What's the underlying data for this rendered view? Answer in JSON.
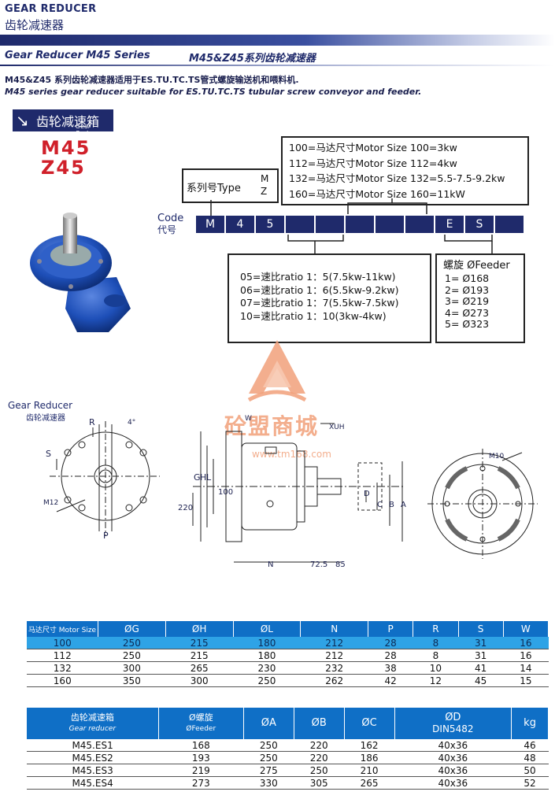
{
  "header": {
    "title": "GEAR REDUCER",
    "title_cn": "齿轮减速器",
    "series_en": "Gear Reducer M45  Series",
    "series_cn": "M45&Z45系列齿轮减速器"
  },
  "description": {
    "cn": "M45&Z45 系列齿轮减速器适用于ES.TU.TC.TS管式螺旋输送机和喂料机.",
    "en": "M45 series gear reducer suitable for ES.TU.TC.TS tubular screw conveyor and feeder."
  },
  "section": {
    "label_cn": "齿轮减速箱",
    "label_en": "Gear Reducer",
    "models": [
      "M45",
      "Z45"
    ]
  },
  "code_diagram": {
    "motor_size_lines": [
      "100=马达尺寸Motor Size  100=3kw",
      "112=马达尺寸Motor Size  112=4kw",
      "132=马达尺寸Motor Size  132=5.5-7.5-9.2kw",
      "160=马达尺寸Motor Size  160=11kW"
    ],
    "type_label": "系列号Type",
    "type_options": [
      "M",
      "Z"
    ],
    "code_label_en": "Code",
    "code_label_cn": "代号",
    "code_cells": [
      "M",
      "4",
      "5",
      "",
      "",
      "",
      "",
      "",
      "E",
      "S",
      ""
    ],
    "ratio_lines": [
      "05=速比ratio   1：5(7.5kw-11kw)",
      "06=速比ratio   1：6(5.5kw-9.2kw)",
      "07=速比ratio   1：7(5.5kw-7.5kw)",
      "10=速比ratio   1：10(3kw-4kw)"
    ],
    "feeder_title": "螺旋 ØFeeder",
    "feeder_lines": [
      "1=   Ø168",
      "2=   Ø193",
      "3=   Ø219",
      "4=   Ø273",
      "5=   Ø323"
    ]
  },
  "watermark": {
    "cn": "砼盟商城",
    "url": "www.tm168.com"
  },
  "drawing": {
    "title_en": "Gear Reducer",
    "title_cn": "齿轮减速器",
    "labels": {
      "r": "R",
      "s": "S",
      "m12": "M12",
      "p": "P",
      "angle": "4°",
      "w": "W",
      "xuh": "XUH",
      "g": "G",
      "h": "H",
      "l": "L",
      "v220": "220",
      "v100": "100",
      "n": "N",
      "v725": "72.5",
      "v85": "85",
      "d": "D",
      "c": "C",
      "b": "B",
      "a": "A",
      "m10": "M10"
    }
  },
  "table1": {
    "headers": [
      "马达尺寸 Motor Size",
      "ØG",
      "ØH",
      "ØL",
      "N",
      "P",
      "R",
      "S",
      "W"
    ],
    "rows": [
      [
        "100",
        "250",
        "215",
        "180",
        "212",
        "28",
        "8",
        "31",
        "16"
      ],
      [
        "112",
        "250",
        "215",
        "180",
        "212",
        "28",
        "8",
        "31",
        "16"
      ],
      [
        "132",
        "300",
        "265",
        "230",
        "232",
        "38",
        "10",
        "41",
        "14"
      ],
      [
        "160",
        "350",
        "300",
        "250",
        "262",
        "42",
        "12",
        "45",
        "15"
      ]
    ]
  },
  "table2": {
    "headers": [
      {
        "l1": "齿轮减速箱",
        "l2": "Gear reducer"
      },
      {
        "l1": "Ø螺旋",
        "l2": "ØFeeder"
      },
      {
        "l1": "ØA",
        "l2": ""
      },
      {
        "l1": "ØB",
        "l2": ""
      },
      {
        "l1": "ØC",
        "l2": ""
      },
      {
        "l1": "ØD",
        "l2": "DIN5482"
      },
      {
        "l1": "kg",
        "l2": ""
      }
    ],
    "rows": [
      [
        "M45.ES1",
        "168",
        "250",
        "220",
        "162",
        "40x36",
        "46"
      ],
      [
        "M45.ES2",
        "193",
        "250",
        "220",
        "186",
        "40x36",
        "48"
      ],
      [
        "M45.ES3",
        "219",
        "275",
        "250",
        "210",
        "40x36",
        "50"
      ],
      [
        "M45.ES4",
        "273",
        "330",
        "305",
        "265",
        "40x36",
        "52"
      ]
    ]
  },
  "colors": {
    "navy": "#1f2a6b",
    "table_header": "#0f6fc6",
    "row_highlight": "#2ea3e6",
    "model_red": "#d0202a",
    "reducer_blue": "#1e4fb8"
  }
}
